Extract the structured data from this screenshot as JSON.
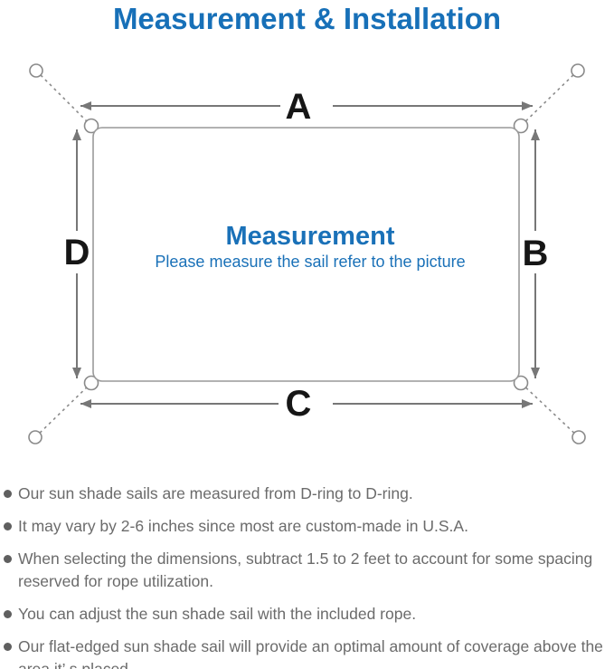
{
  "title": "Measurement & Installation",
  "diagram": {
    "center_title": "Measurement",
    "center_subtitle": "Please measure the sail refer to the picture",
    "labels": {
      "top": "A",
      "right": "B",
      "bottom": "C",
      "left": "D"
    },
    "colors": {
      "accent_blue": "#1a71b8",
      "line_gray": "#8a8a8a",
      "arrow_gray": "#777777",
      "label_black": "#161616"
    }
  },
  "notes": {
    "items": [
      "Our sun shade sails are measured from D-ring to D-ring.",
      "It may vary by 2-6 inches since most are custom-made in U.S.A.",
      "When selecting the dimensions, subtract 1.5 to 2 feet to account for some spacing reserved for rope utilization.",
      "You can adjust the sun shade sail with the included rope.",
      "Our flat-edged sun shade sail will provide an optimal amount of coverage above the area it’ s placed."
    ]
  }
}
